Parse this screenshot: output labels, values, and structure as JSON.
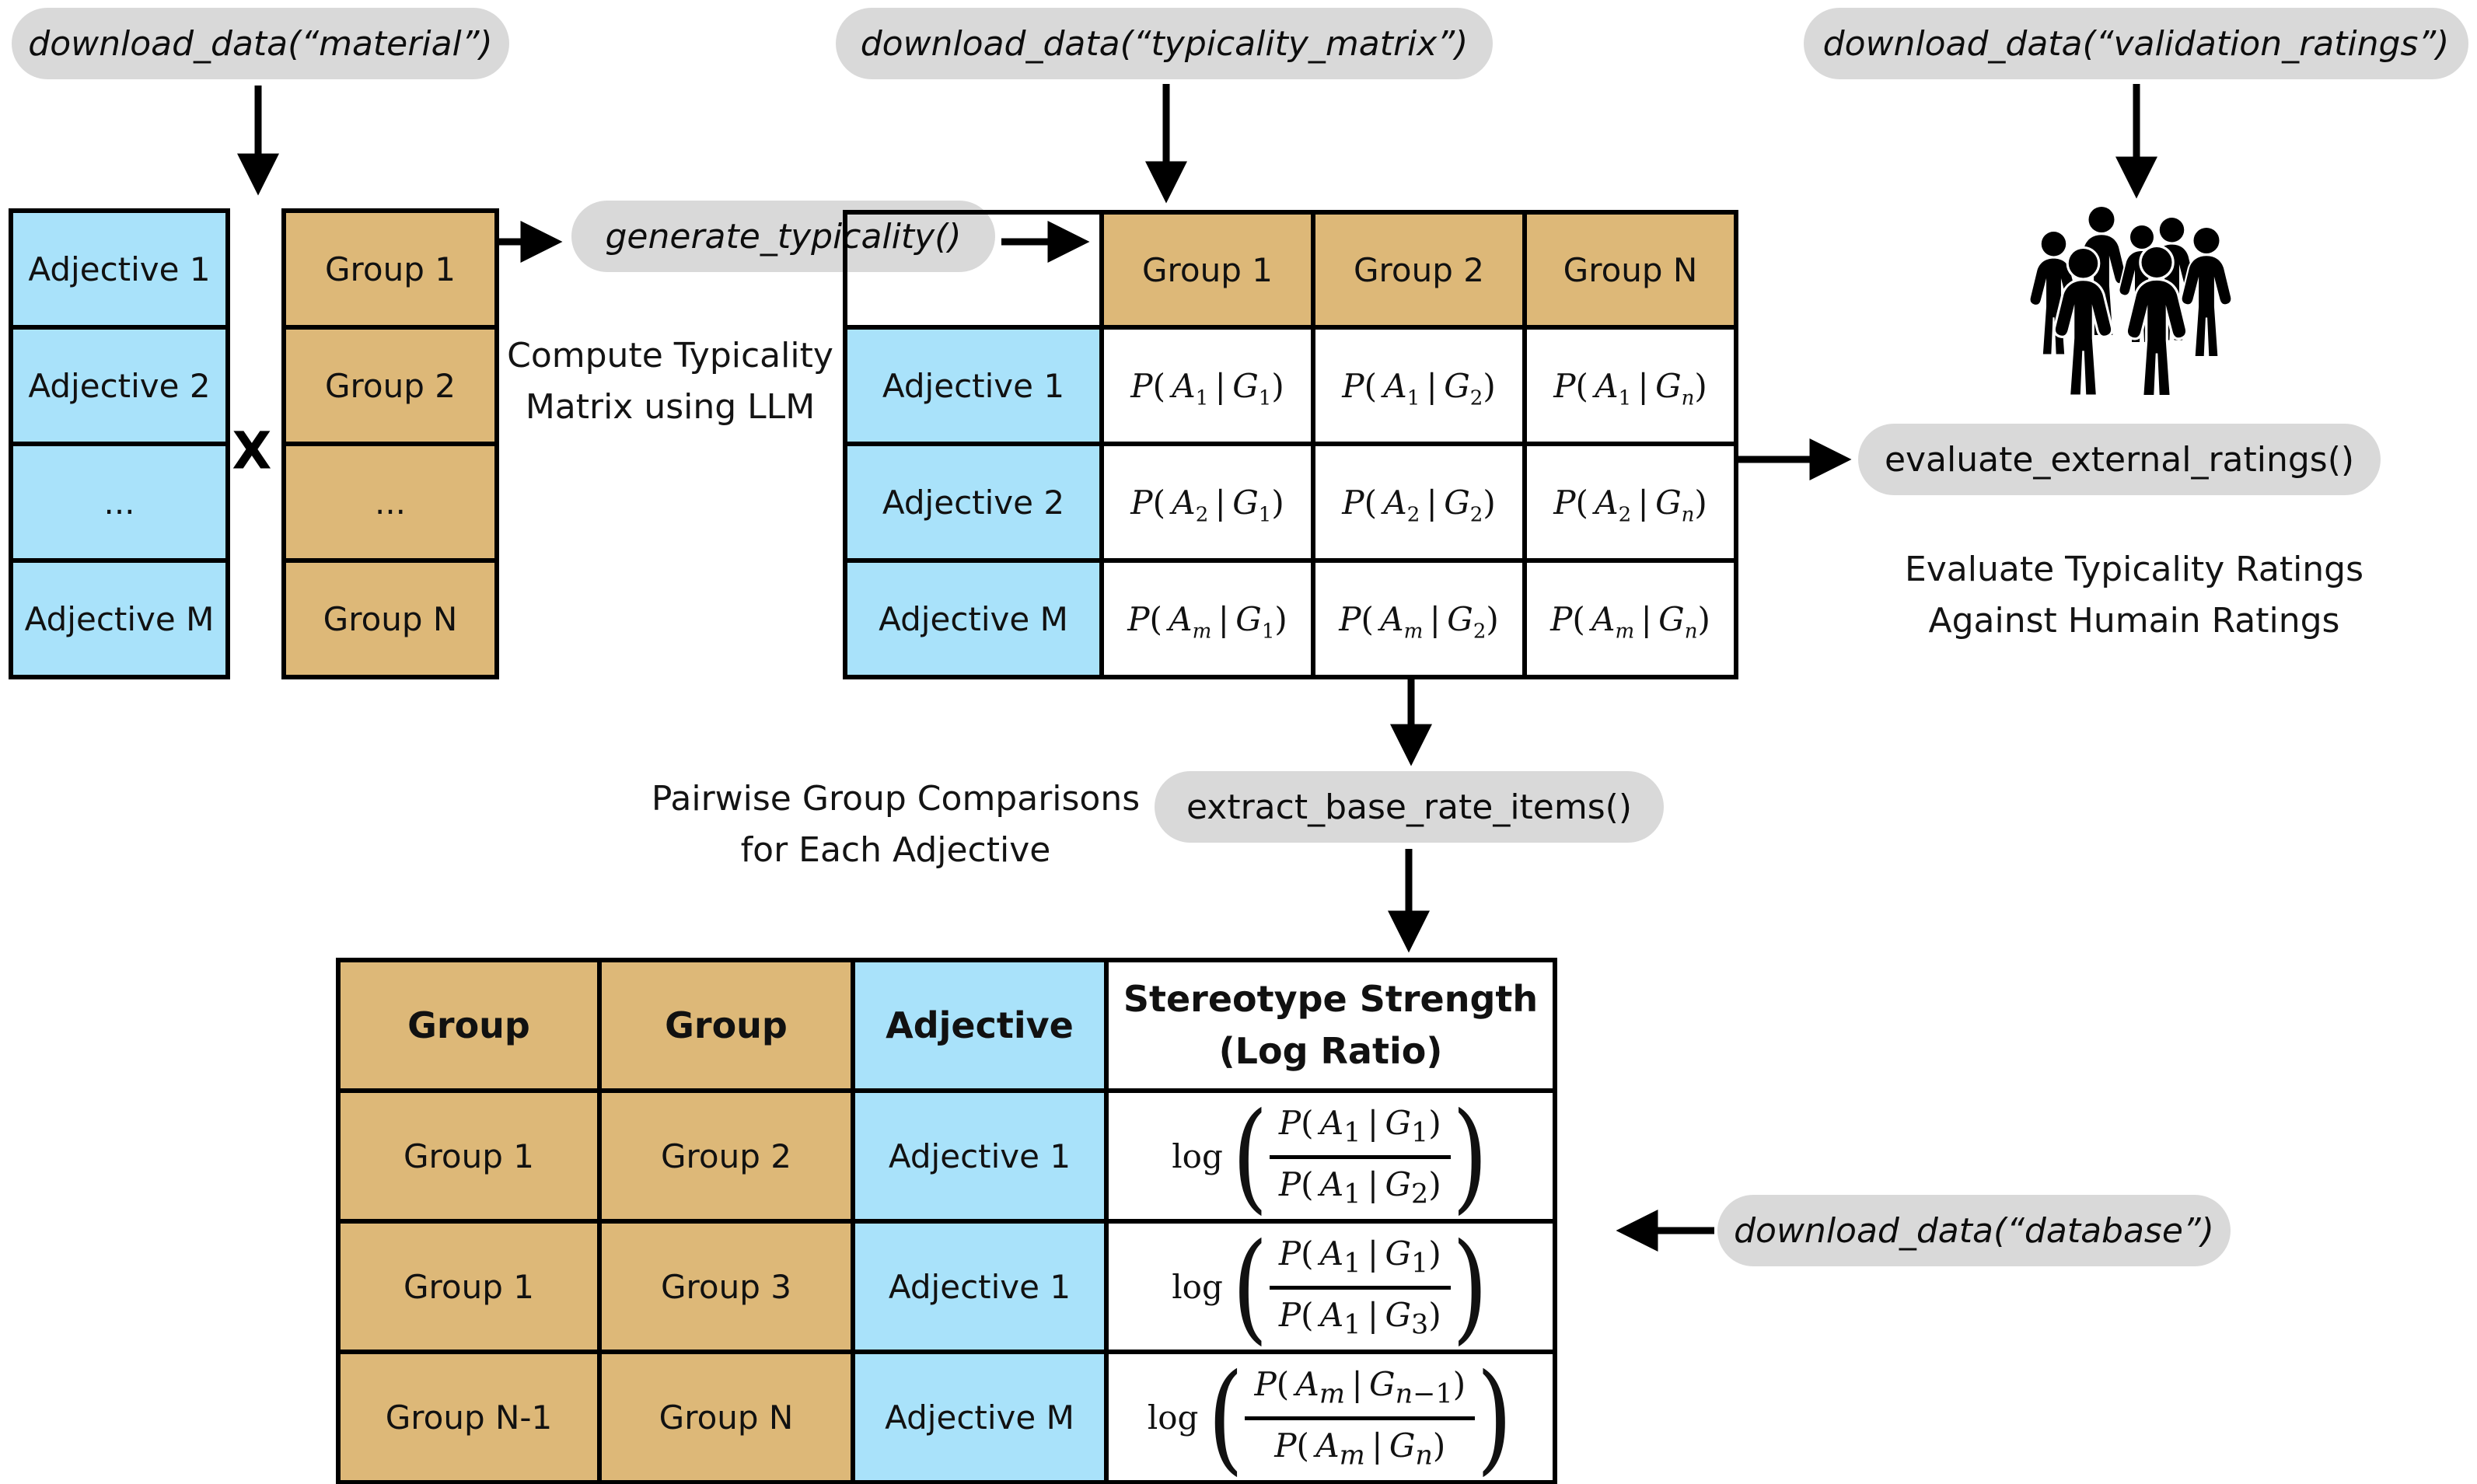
{
  "colors": {
    "accent_blue": "#a9e2fa",
    "accent_tan": "#ddb878",
    "pill_gray": "#d9d9d9",
    "border": "#000000",
    "background": "#ffffff"
  },
  "pills": {
    "material": {
      "label": "download_data(“material”)"
    },
    "typicality_matrix": {
      "label": "download_data(“typicality_matrix”)"
    },
    "validation_ratings": {
      "label": "download_data(“validation_ratings”)"
    },
    "database": {
      "label": "download_data(“database”)"
    },
    "generate": {
      "label": "generate_typicality()"
    },
    "evaluate": {
      "label": "evaluate_external_ratings()"
    },
    "extract": {
      "label": "extract_base_rate_items()"
    }
  },
  "captions": {
    "compute": {
      "line1": "Compute Typicality",
      "line2": "Matrix using LLM"
    },
    "pairwise": {
      "line1": "Pairwise Group Comparisons",
      "line2": "for Each Adjective"
    },
    "evaluate": {
      "line1": "Evaluate Typicality Ratings",
      "line2": "Against Humain Ratings"
    }
  },
  "operator_x": "X",
  "adjective_list": {
    "rows": [
      "Adjective 1",
      "Adjective 2",
      "...",
      "Adjective M"
    ]
  },
  "group_list": {
    "rows": [
      "Group 1",
      "Group 2",
      "...",
      "Group N"
    ]
  },
  "typicality_matrix": {
    "col_headers": [
      "Group 1",
      "Group 2",
      "Group N"
    ],
    "row_headers": [
      "Adjective 1",
      "Adjective 2",
      "Adjective M"
    ],
    "cells": [
      [
        "P(A_1|G_1)",
        "P(A_1|G_2)",
        "P(A_1|G_n)"
      ],
      [
        "P(A_2|G_1)",
        "P(A_2|G_2)",
        "P(A_2|G_n)"
      ],
      [
        "P(A_m|G_1)",
        "P(A_m|G_2)",
        "P(A_m|G_n)"
      ]
    ]
  },
  "results_table": {
    "headers": [
      {
        "label": "Group"
      },
      {
        "label": "Group"
      },
      {
        "label": "Adjective"
      },
      {
        "line1": "Stereotype Strength",
        "line2": "(Log Ratio)"
      }
    ],
    "rows": [
      {
        "group_a": "Group 1",
        "group_b": "Group 2",
        "adjective": "Adjective 1",
        "ratio": {
          "prefix": "log",
          "numerator": "P(A_1|G_1)",
          "denominator": "P(A_1|G_2)"
        }
      },
      {
        "group_a": "Group 1",
        "group_b": "Group 3",
        "adjective": "Adjective 1",
        "ratio": {
          "prefix": "log",
          "numerator": "P(A_1|G_1)",
          "denominator": "P(A_1|G_3)"
        }
      },
      {
        "group_a": "Group N-1",
        "group_b": "Group N",
        "adjective": "Adjective M",
        "ratio": {
          "prefix": "log",
          "numerator": "P(A_m|G_{n−1})",
          "denominator": "P(A_m|G_n)"
        }
      }
    ]
  }
}
